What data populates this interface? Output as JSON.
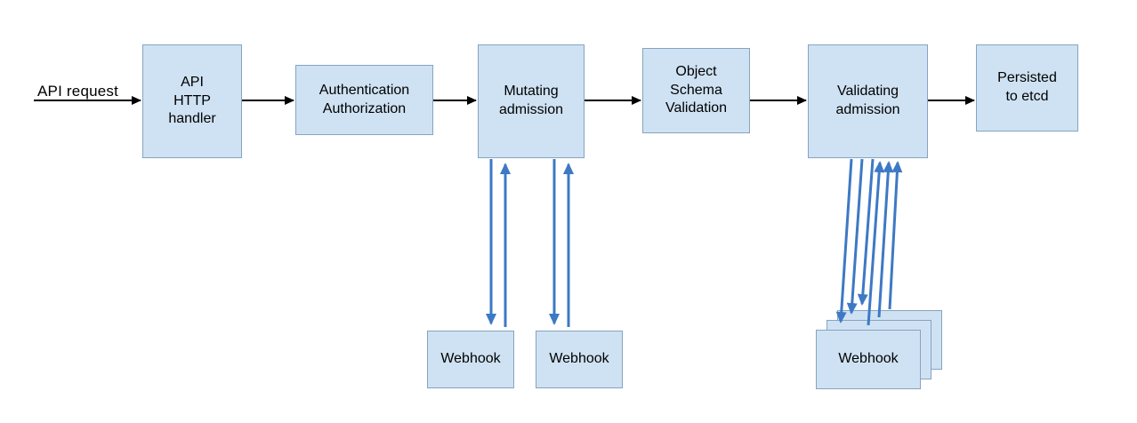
{
  "diagram": {
    "api_request_label": "API request",
    "nodes": {
      "api_http_handler": "API\nHTTP\nhandler",
      "authentication": "Authentication\nAuthorization",
      "mutating_admission": "Mutating\nadmission",
      "object_schema_validation": "Object\nSchema\nValidation",
      "validating_admission": "Validating\nadmission",
      "persisted_to_etcd": "Persisted\nto etcd",
      "webhook": "Webhook"
    },
    "colors": {
      "node_fill": "#cfe2f3",
      "node_border": "#87a3c0",
      "flow_arrow": "#000000",
      "webhook_arrow": "#3d79c4"
    },
    "structure": {
      "flow_order": [
        "API request",
        "API HTTP handler",
        "Authentication Authorization",
        "Mutating admission",
        "Object Schema Validation",
        "Validating admission",
        "Persisted to etcd"
      ],
      "webhooks_under_mutating_admission": 2,
      "webhooks_under_validating_admission": 3
    }
  }
}
